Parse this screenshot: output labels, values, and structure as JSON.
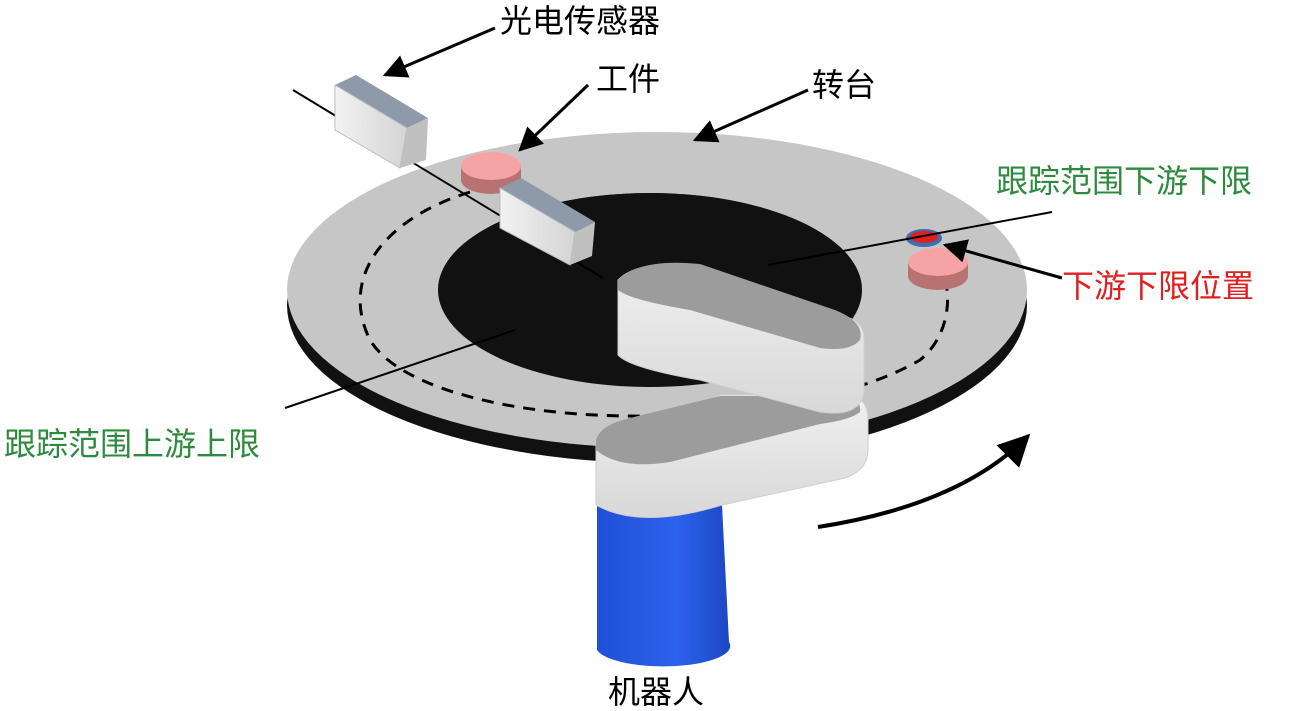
{
  "labels": {
    "photo_sensor": "光电传感器",
    "workpiece": "工件",
    "turntable": "转台",
    "track_downstream_limit": "跟踪范围下游下限",
    "downstream_limit_position": "下游下限位置",
    "track_upstream_limit": "跟踪范围上游上限",
    "robot": "机器人"
  },
  "colors": {
    "label_black": "#000000",
    "label_green": "#2e8b3e",
    "label_red": "#e02020",
    "turntable_top": "#c8c8c8",
    "turntable_edge": "#111111",
    "workpiece": "#f4a0a0",
    "workpiece_side": "#b87070",
    "marker_red": "#e02020",
    "marker_ring": "#3a6fb0",
    "sensor_face": "#e6e6e6",
    "robot_arm": "#e4e4e4",
    "robot_arm_top": "#9e9e9e",
    "robot_base": "#2a5de0"
  },
  "icons": [
    "rotation-arrow-icon"
  ]
}
